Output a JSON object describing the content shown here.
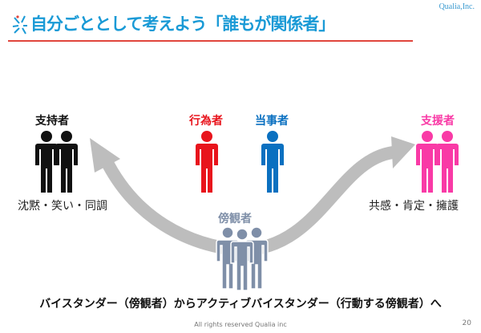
{
  "brand": "Qualia,Inc.",
  "title": "自分ごととして考えよう「誰もが関係者」",
  "groups": {
    "supporters_silent": {
      "label": "支持者",
      "desc": "沈黙・笑い・同調"
    },
    "perpetrator": {
      "label": "行為者"
    },
    "victim": {
      "label": "当事者"
    },
    "helpers": {
      "label": "支援者",
      "desc": "共感・肯定・擁護"
    },
    "bystanders": {
      "label": "傍観者"
    }
  },
  "footer": "バイスタンダー（傍観者）からアクティブバイスタンダー（行動する傍観者）へ",
  "copyright": "All rights reserved Qualia inc",
  "page_number": "20",
  "colors": {
    "title": "#1a9ad6",
    "rule": "#e0453c",
    "black": "#111111",
    "red": "#e8141c",
    "blue": "#0a70c0",
    "pink": "#f93aa6",
    "gray": "#7f8fa8",
    "arrow": "#bdbdbd"
  }
}
